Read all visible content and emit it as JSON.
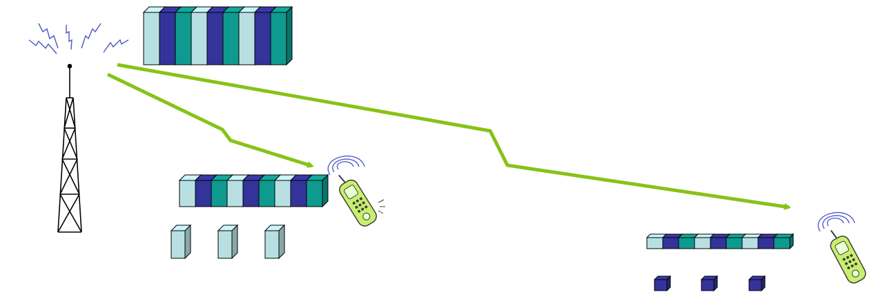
{
  "colors": {
    "light": "#b8e0e3",
    "dark": "#33339a",
    "teal": "#0f9a90",
    "arrow": "#86c317",
    "tower": "#000000",
    "wave": "#4a55c8",
    "phone": "#c9ef6e",
    "phone_outline": "#3d3d3d"
  },
  "packet_patterns": {
    "top_stack": [
      "light",
      "dark",
      "teal",
      "light",
      "dark",
      "teal",
      "light",
      "dark",
      "teal"
    ],
    "near_receiver": [
      "light",
      "dark",
      "teal",
      "light",
      "dark",
      "teal",
      "light",
      "dark",
      "teal"
    ],
    "far_receiver": [
      "light",
      "dark",
      "teal",
      "light",
      "dark",
      "teal",
      "light",
      "dark",
      "teal"
    ]
  },
  "icons": {
    "tower": "radio-tower-icon",
    "phone": "mobile-phone-icon",
    "signal": "radio-waves-icon"
  }
}
